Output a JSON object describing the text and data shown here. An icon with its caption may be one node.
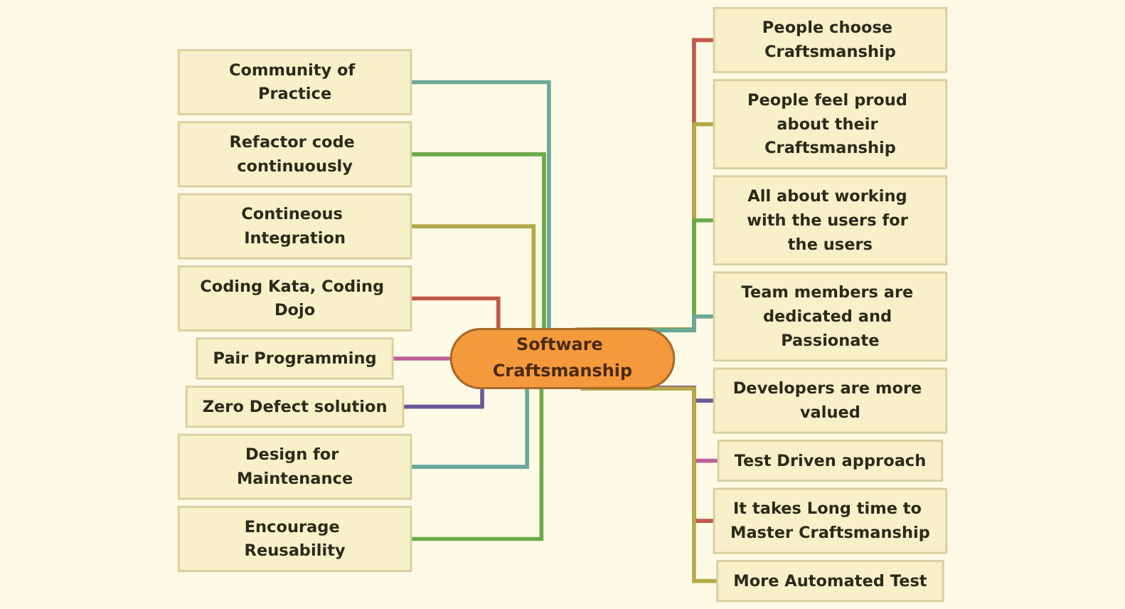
{
  "diagram": {
    "nodes": [
      {
        "text": [
          "Software Craftsmanship"
        ]
      },
      {
        "text": [
          "Community of Practice"
        ]
      },
      {
        "text": [
          "Refactor code continuously"
        ]
      },
      {
        "text": [
          "Contineous Integration"
        ]
      },
      {
        "text": [
          "Coding Kata, Coding Dojo"
        ]
      },
      {
        "text": [
          "Pair Programming"
        ]
      },
      {
        "text": [
          "Zero Defect solution"
        ]
      },
      {
        "text": [
          "Design for Maintenance"
        ]
      },
      {
        "text": [
          "Encourage Reusability"
        ]
      },
      {
        "text": [
          "People choose Craftsmanship"
        ]
      },
      {
        "text": [
          "People feel proud about their Craftsmanship"
        ]
      },
      {
        "text": [
          "All about working with the users for the users"
        ]
      },
      {
        "text": [
          "Team members are dedicated and Passionate"
        ]
      },
      {
        "text": [
          "Developers are more valued"
        ]
      },
      {
        "text": [
          "Test Driven approach"
        ]
      },
      {
        "text": [
          "It takes Long time to Master Craftsmanship"
        ]
      },
      {
        "text": [
          "More Automated Test"
        ]
      }
    ],
    "edges": [
      {
        "from": 1,
        "to": 0,
        "arrow": "none",
        "color": "#6aa89a"
      },
      {
        "from": 2,
        "to": 0,
        "arrow": "none",
        "color": "#6aaa4a"
      },
      {
        "from": 3,
        "to": 0,
        "arrow": "none",
        "color": "#b5a84a"
      },
      {
        "from": 4,
        "to": 0,
        "arrow": "none",
        "color": "#c0594c"
      },
      {
        "from": 5,
        "to": 0,
        "arrow": "none",
        "color": "#c0609a"
      },
      {
        "from": 6,
        "to": 0,
        "arrow": "none",
        "color": "#6a5a9a"
      },
      {
        "from": 7,
        "to": 0,
        "arrow": "none",
        "color": "#6aa89a"
      },
      {
        "from": 8,
        "to": 0,
        "arrow": "none",
        "color": "#6aaa4a"
      },
      {
        "from": 0,
        "to": 9,
        "arrow": "none",
        "color": "#c0594c"
      },
      {
        "from": 0,
        "to": 10,
        "arrow": "none",
        "color": "#b5a84a"
      },
      {
        "from": 0,
        "to": 11,
        "arrow": "none",
        "color": "#6aaa4a"
      },
      {
        "from": 0,
        "to": 12,
        "arrow": "none",
        "color": "#6aa89a"
      },
      {
        "from": 0,
        "to": 13,
        "arrow": "none",
        "color": "#6a5a9a"
      },
      {
        "from": 0,
        "to": 14,
        "arrow": "none",
        "color": "#c0609a"
      },
      {
        "from": 0,
        "to": 15,
        "arrow": "none",
        "color": "#c0594c"
      },
      {
        "from": 0,
        "to": 16,
        "arrow": "none",
        "color": "#b5a84a"
      }
    ]
  }
}
